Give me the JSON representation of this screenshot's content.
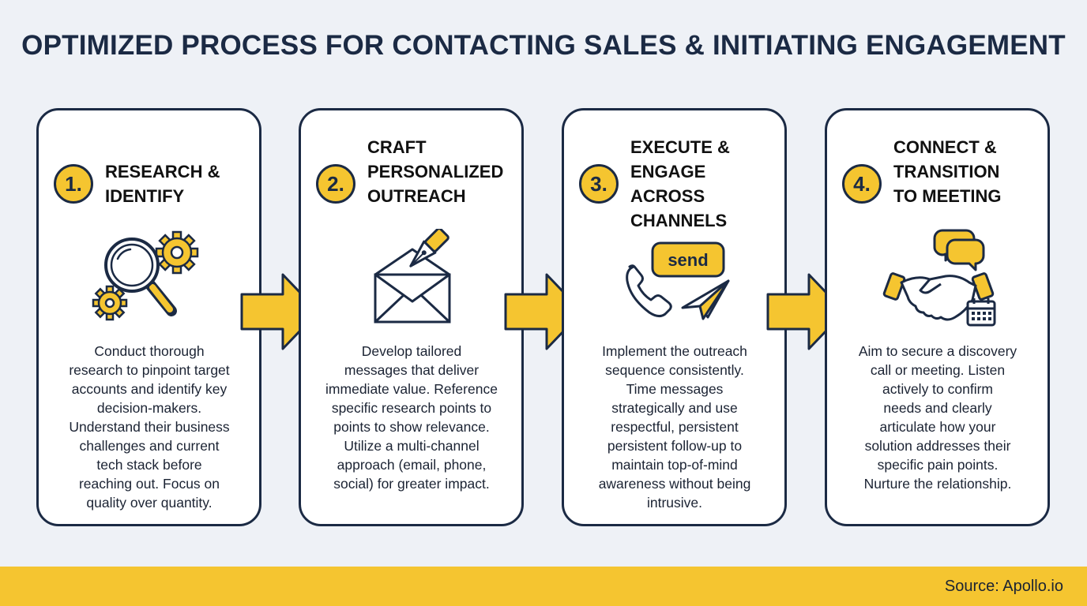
{
  "title": "OPTIMIZED PROCESS FOR CONTACTING SALES & INITIATING ENGAGEMENT",
  "steps": [
    {
      "number": "1.",
      "title": "RESEARCH &\nIDENTIFY",
      "icon": "magnifier-gears-icon",
      "description": "Conduct thorough\nresearch to pinpoint target\naccounts and identify key\ndecision-makers.\nUnderstand their business\nchallenges and current\ntech stack before\nreaching out. Focus on\nquality over quantity."
    },
    {
      "number": "2.",
      "title": "CRAFT\nPERSONALIZED\nOUTREACH",
      "icon": "envelope-pen-icon",
      "description": "Develop tailored\nmessages that deliver\nimmediate value. Reference\nspecific research points to\npoints to show relevance.\nUtilize a multi-channel\napproach (email, phone,\nsocial) for greater impact."
    },
    {
      "number": "3.",
      "title": "EXECUTE &\nENGAGE\nACROSS\nCHANNELS",
      "icon": "phone-send-icon",
      "icon_text": "send",
      "description": "Implement the outreach\nsequence consistently.\nTime messages\nstrategically and use\nrespectful, persistent\npersistent follow-up to\nmaintain top-of-mind\nawareness without being\nintrusive."
    },
    {
      "number": "4.",
      "title": "CONNECT &\nTRANSITION\nTO MEETING",
      "icon": "handshake-chat-calendar-icon",
      "description": "Aim to secure a discovery\ncall or meeting. Listen\nactively to confirm\nneeds and clearly\narticulate how your\nsolution addresses their\nspecific pain points.\nNurture the relationship."
    }
  ],
  "source": "Source: Apollo.io",
  "colors": {
    "accent": "#f5c530",
    "ink": "#1b2a44",
    "background": "#eef1f6"
  }
}
